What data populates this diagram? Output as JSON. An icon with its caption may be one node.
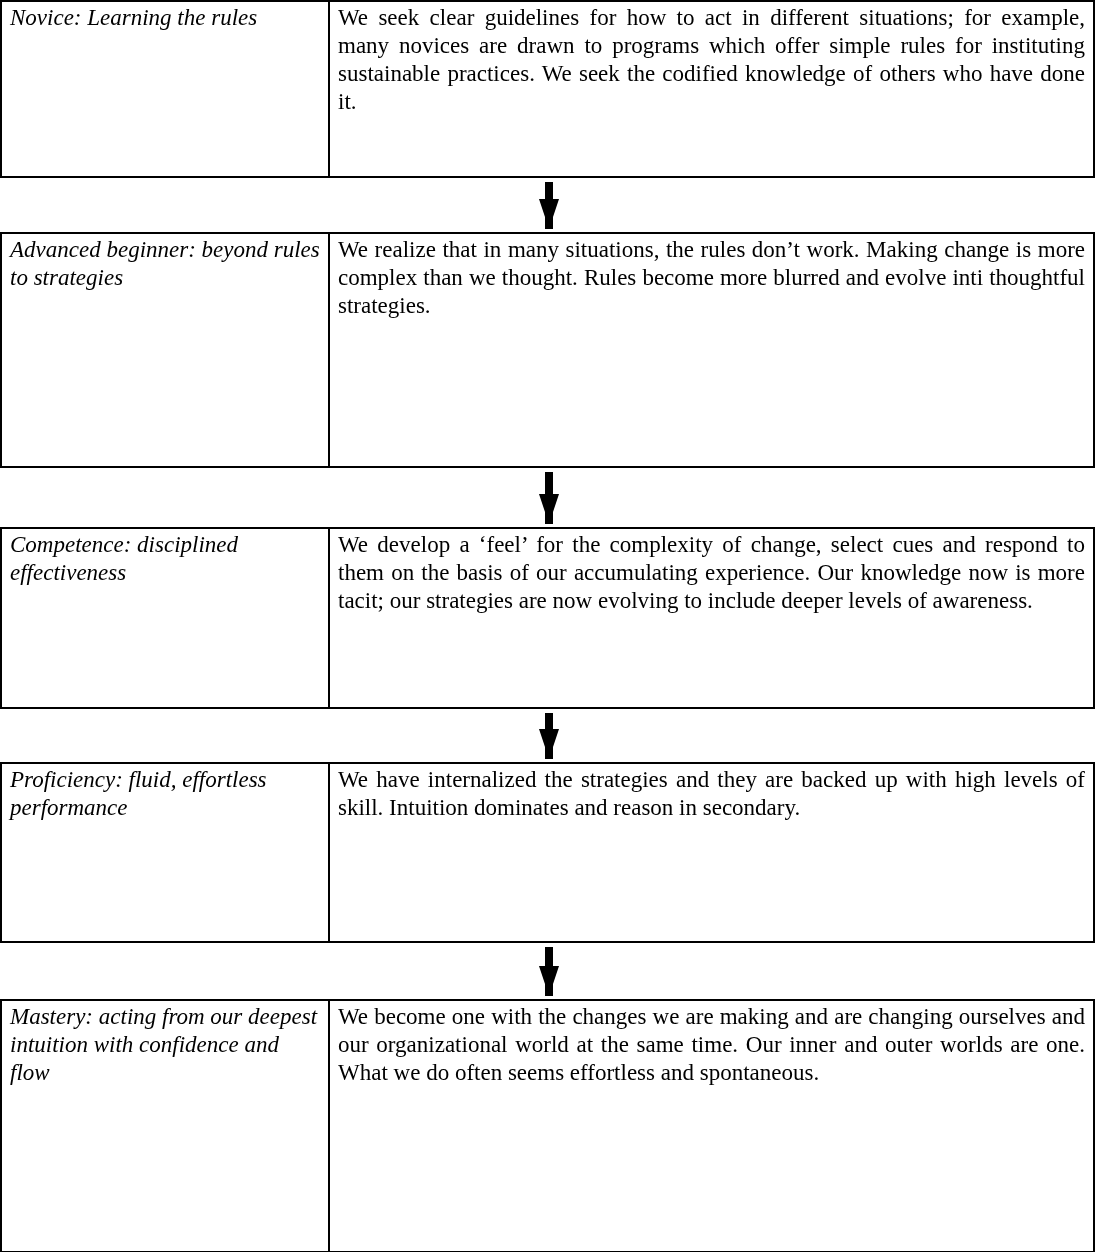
{
  "diagram": {
    "nodes": [
      {
        "text": [
          "Novice: Learning the rules",
          "We seek clear guidelines for how to act in different situations; for example, many novices are drawn to programs which offer simple rules for instituting sustainable practices. We seek the codified knowledge of others who have done it."
        ]
      },
      {
        "text": [
          "Advanced beginner: beyond rules to strategies",
          "We realize that in many situations, the rules don’t work. Making change is more complex than we thought. Rules become more blurred and evolve inti thoughtful strategies."
        ]
      },
      {
        "text": [
          "Competence: disciplined effectiveness",
          "We develop a ‘feel’ for the complexity of change, select cues and respond to them on the basis of our accumulating experience. Our knowledge now is more tacit; our strategies are now evolving to include deeper levels of awareness."
        ]
      },
      {
        "text": [
          "Proficiency: fluid, effortless performance",
          "We have internalized the strategies and they are backed up with high levels of skill. Intuition dominates and reason in secondary."
        ]
      },
      {
        "text": [
          "Mastery: acting from our deepest intuition with confidence and flow",
          "We become one with the changes we are making and are changing ourselves and our organizational world at the same time. Our inner and outer worlds are one. What we do often seems effortless and spontaneous."
        ]
      }
    ],
    "edges": [
      {
        "from": 0,
        "to": 1,
        "arrow": "to"
      },
      {
        "from": 1,
        "to": 2,
        "arrow": "to"
      },
      {
        "from": 2,
        "to": 3,
        "arrow": "to"
      },
      {
        "from": 3,
        "to": 4,
        "arrow": "to"
      }
    ]
  }
}
